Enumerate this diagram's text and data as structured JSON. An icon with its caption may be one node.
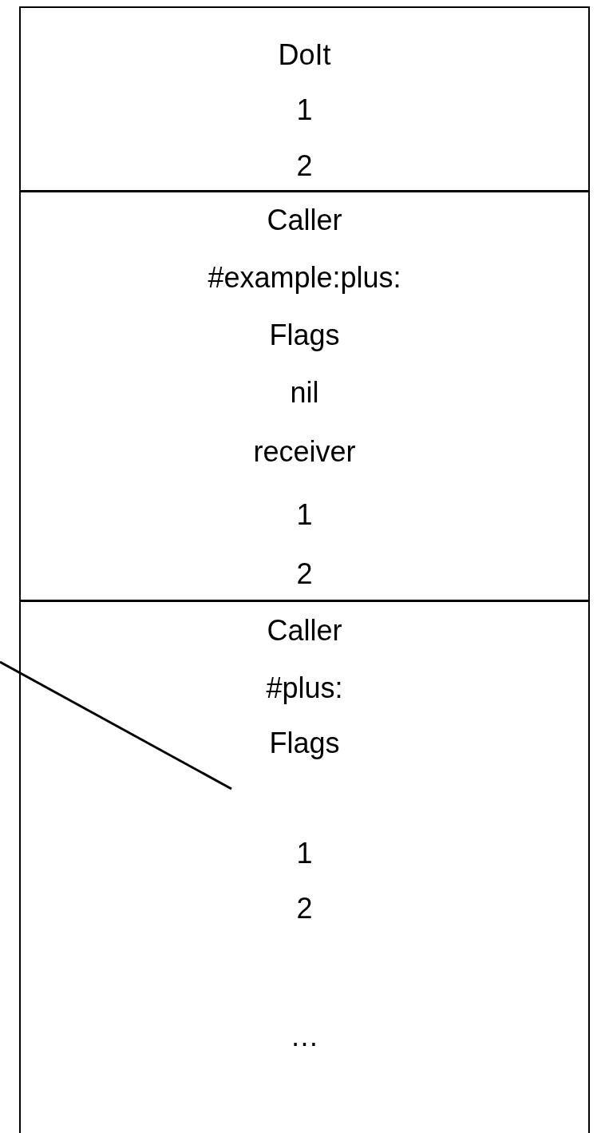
{
  "diagram": {
    "nodes": [
      {
        "text": [
          "DoIt",
          "1",
          "2"
        ]
      },
      {
        "text": [
          "Caller",
          "#example:plus:",
          "Flags",
          "nil",
          "receiver",
          "1",
          "2"
        ]
      },
      {
        "text": [
          "Caller",
          "#plus:",
          "Flags",
          "1",
          "2",
          "…"
        ]
      }
    ],
    "edges": [
      {
        "from": null,
        "to": 2,
        "arrow": "none"
      }
    ]
  }
}
